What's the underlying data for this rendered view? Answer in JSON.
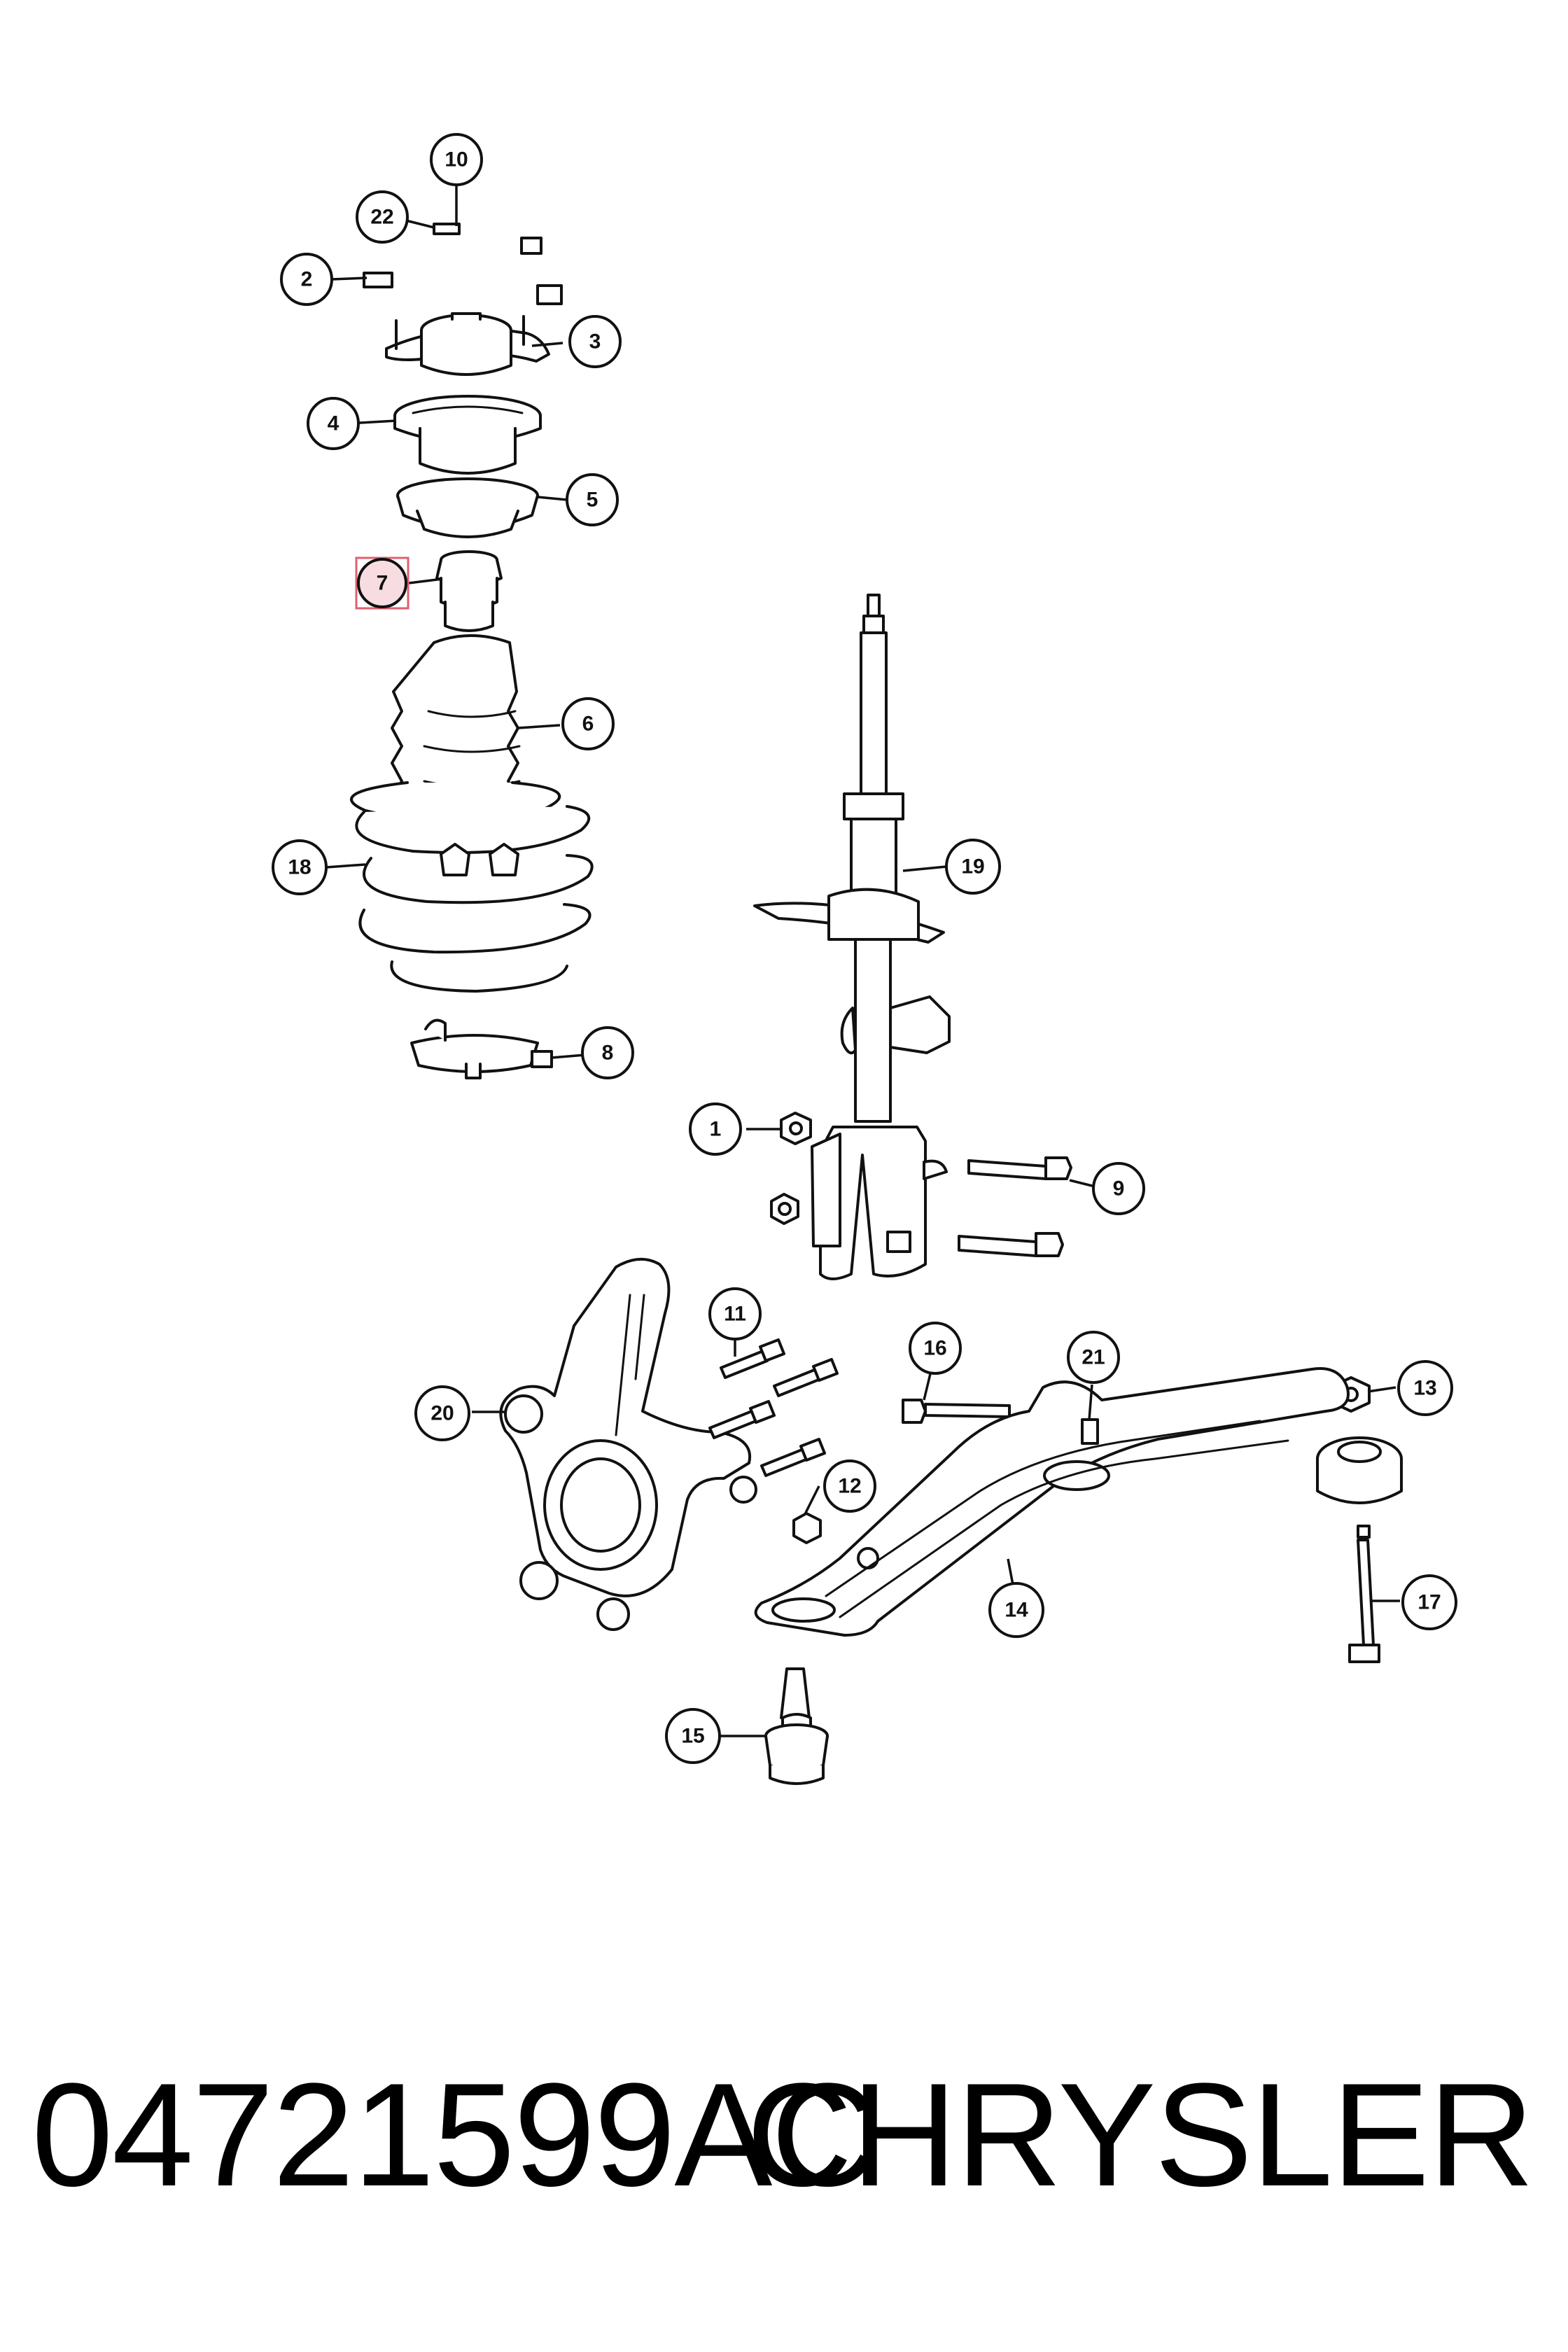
{
  "callouts": [
    {
      "label": "10"
    },
    {
      "label": "22"
    },
    {
      "label": "2"
    },
    {
      "label": "3"
    },
    {
      "label": "4"
    },
    {
      "label": "5"
    },
    {
      "label": "7"
    },
    {
      "label": "6"
    },
    {
      "label": "19"
    },
    {
      "label": "18"
    },
    {
      "label": "8"
    },
    {
      "label": "1"
    },
    {
      "label": "9"
    },
    {
      "label": "11"
    },
    {
      "label": "16"
    },
    {
      "label": "21"
    },
    {
      "label": "13"
    },
    {
      "label": "20"
    },
    {
      "label": "12"
    },
    {
      "label": "14"
    },
    {
      "label": "17"
    },
    {
      "label": "15"
    }
  ],
  "highlighted_callout": "7",
  "footer": {
    "part_number": "04721599AC",
    "brand": "CHRYSLER"
  }
}
